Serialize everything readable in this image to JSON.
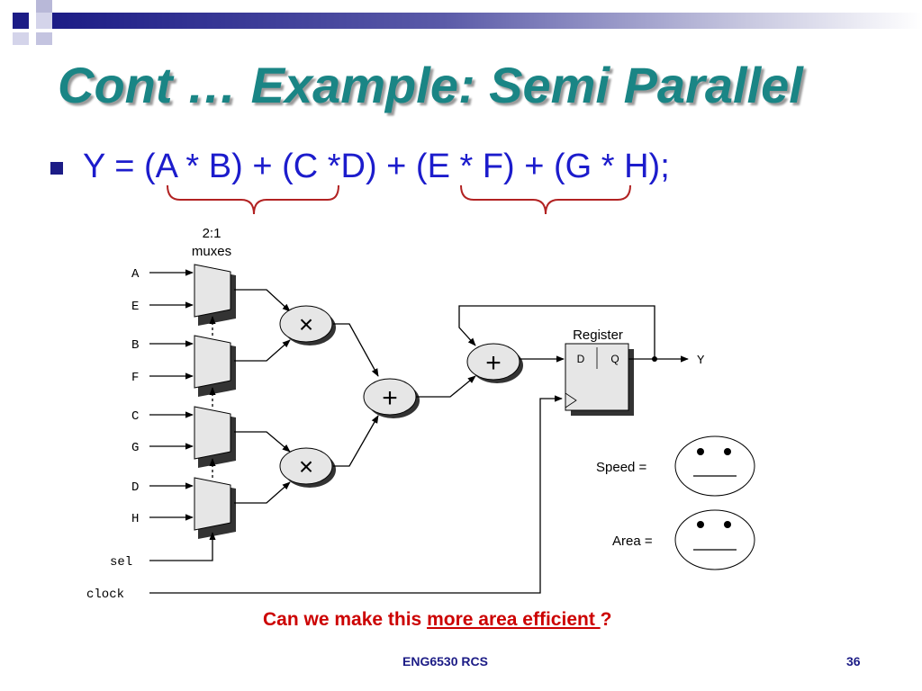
{
  "slide": {
    "title": "Cont … Example: Semi Parallel",
    "equation": "Y = (A * B) + (C *D) + (E * F) + (G * H);",
    "question": {
      "prefix": "Can we make this ",
      "underlined": "more area efficient ",
      "suffix": " ?"
    },
    "footer": {
      "center": "ENG6530 RCS",
      "page_number": "36"
    }
  },
  "diagram": {
    "mux_caption_line1": "2:1",
    "mux_caption_line2": "muxes",
    "inputs": [
      "A",
      "E",
      "B",
      "F",
      "C",
      "G",
      "D",
      "H"
    ],
    "sel_label": "sel",
    "clock_label": "clock",
    "multiplier_symbol": "×",
    "adder_symbol": "+",
    "register_label": "Register",
    "register_d": "D",
    "register_q": "Q",
    "output_label": "Y",
    "speed_label": "Speed =",
    "area_label": "Area ="
  },
  "colors": {
    "title": "#1a8585",
    "equation": "#1c1ccc",
    "bracket": "#b22222",
    "question": "#cc0000",
    "footer": "#1c1c86",
    "accent": "#1c1c86"
  }
}
